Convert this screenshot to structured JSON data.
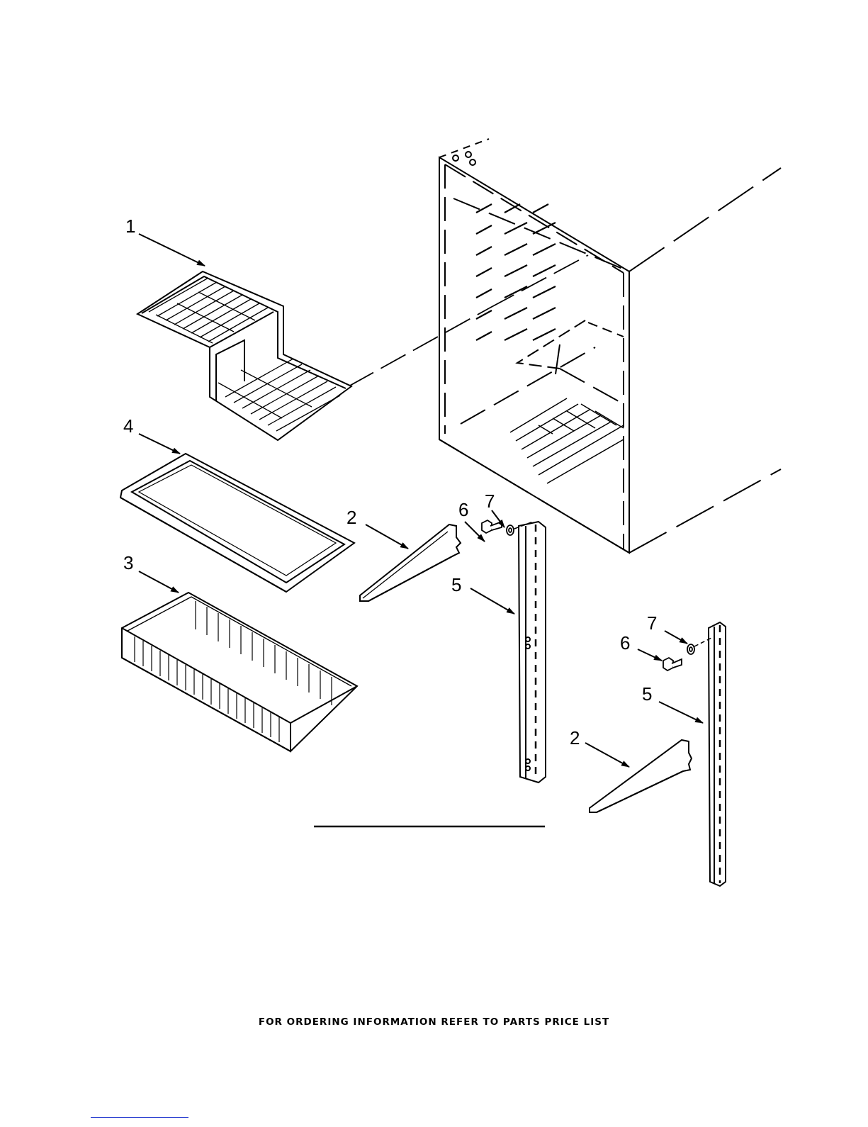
{
  "diagram": {
    "callouts": [
      {
        "id": "c1",
        "label": "1"
      },
      {
        "id": "c4",
        "label": "4"
      },
      {
        "id": "c3",
        "label": "3"
      },
      {
        "id": "c2a",
        "label": "2"
      },
      {
        "id": "c6a",
        "label": "6"
      },
      {
        "id": "c7a",
        "label": "7"
      },
      {
        "id": "c5a",
        "label": "5"
      },
      {
        "id": "c7b",
        "label": "7"
      },
      {
        "id": "c6b",
        "label": "6"
      },
      {
        "id": "c5b",
        "label": "5"
      },
      {
        "id": "c2b",
        "label": "2"
      }
    ]
  },
  "footer": {
    "text": "FOR ORDERING INFORMATION REFER TO PARTS PRICE LIST"
  }
}
